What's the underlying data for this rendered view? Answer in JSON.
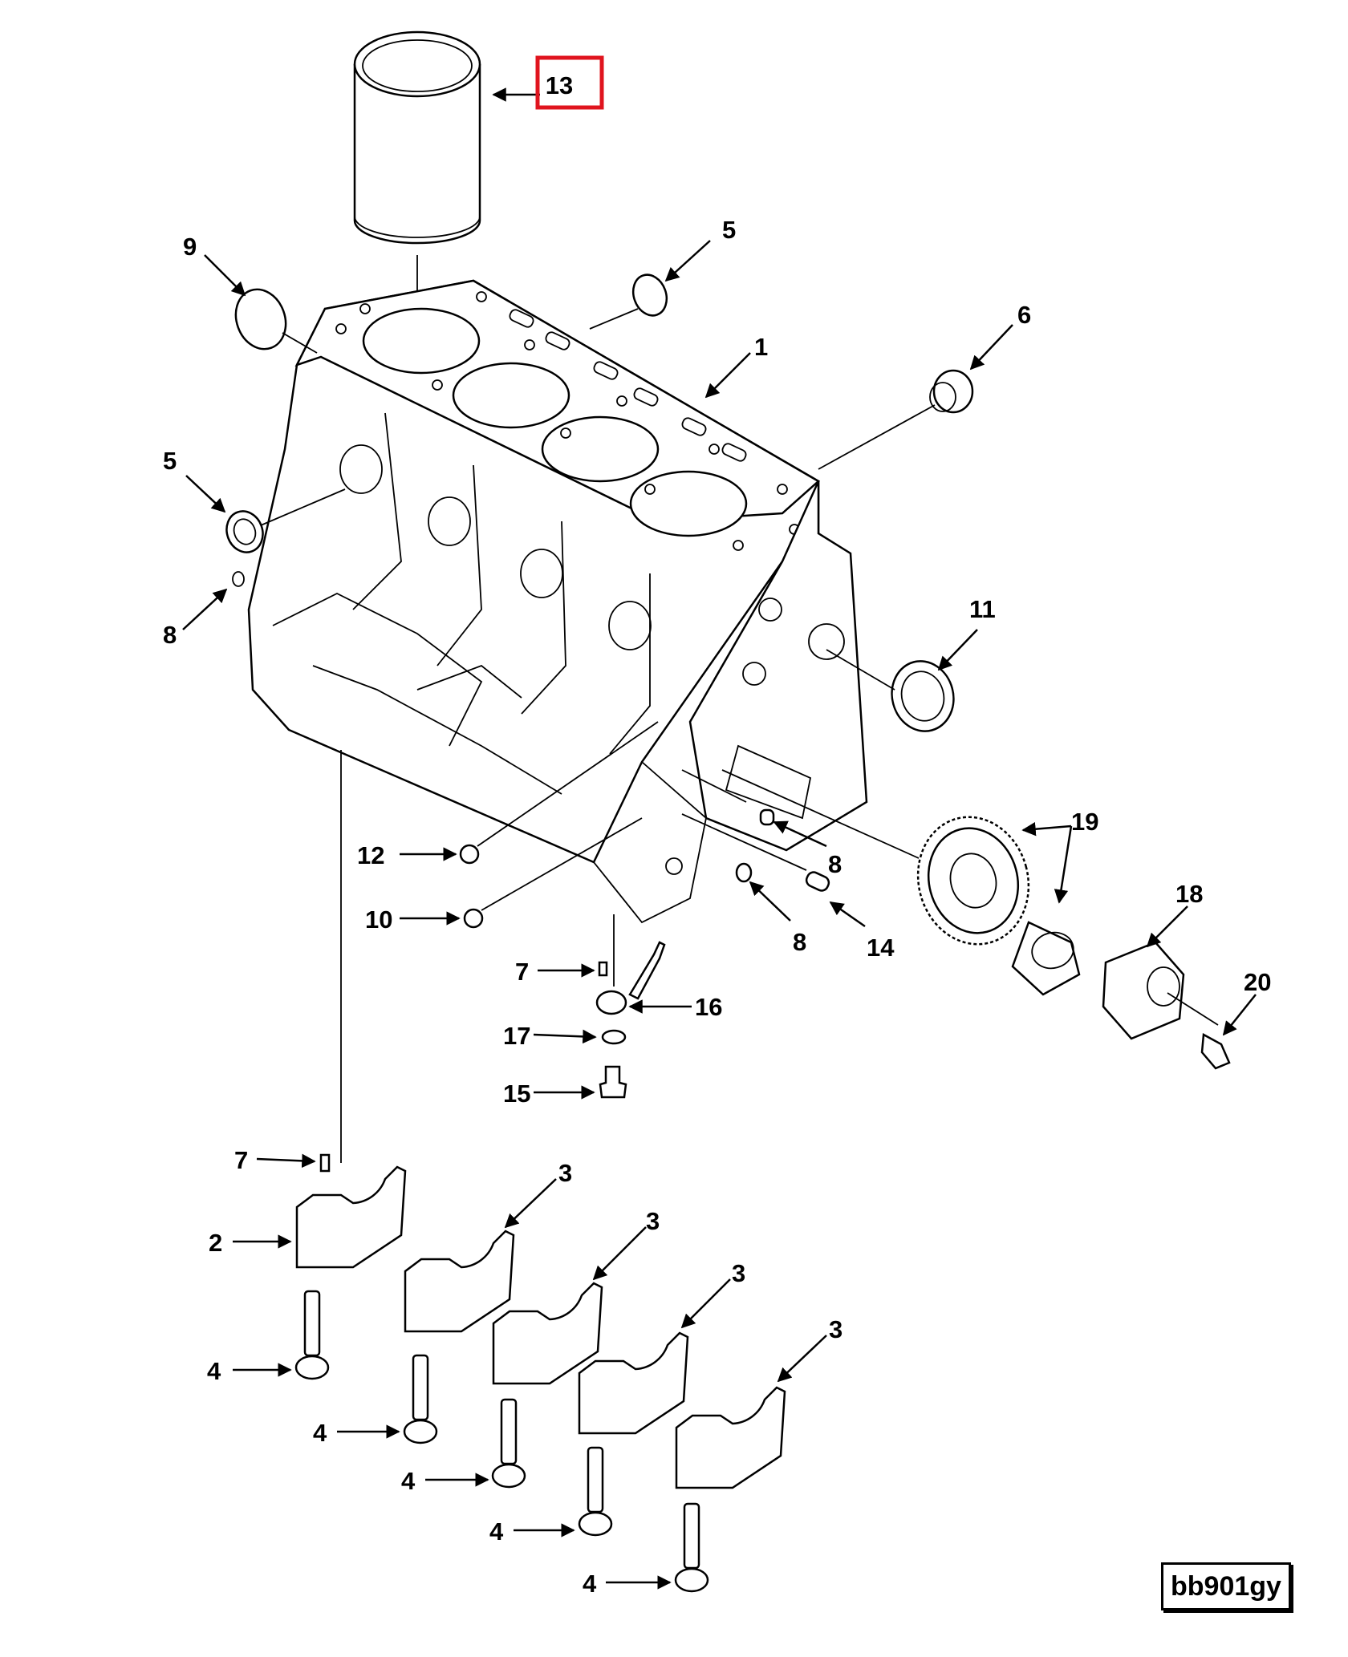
{
  "diagram": {
    "callouts": {
      "c1": "1",
      "c2": "2",
      "c3a": "3",
      "c3b": "3",
      "c3c": "3",
      "c3d": "3",
      "c4a": "4",
      "c4b": "4",
      "c4c": "4",
      "c4d": "4",
      "c4e": "4",
      "c5a": "5",
      "c5b": "5",
      "c6": "6",
      "c7a": "7",
      "c7b": "7",
      "c8a": "8",
      "c8b": "8",
      "c8c": "8",
      "c9": "9",
      "c10": "10",
      "c11": "11",
      "c12": "12",
      "c13": "13",
      "c14": "14",
      "c15": "15",
      "c16": "16",
      "c17": "17",
      "c18": "18",
      "c19": "19",
      "c20": "20"
    },
    "highlighted_callout": "13",
    "highlight_color": "#e0141e",
    "reference_code": "bb901gy"
  }
}
